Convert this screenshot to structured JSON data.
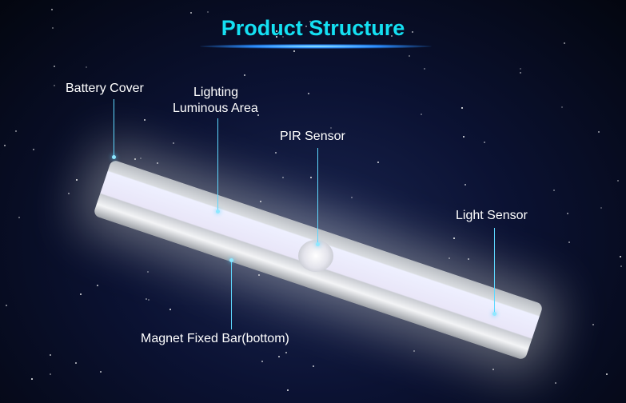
{
  "title": "Product Structure",
  "labels": {
    "battery_cover": "Battery Cover",
    "lighting_line1": "Lighting",
    "lighting_line2": "Luminous Area",
    "pir_sensor": "PIR Sensor",
    "light_sensor": "Light Sensor",
    "magnet_bar": "Magnet Fixed Bar(bottom)"
  },
  "colors": {
    "title": "#14e0f2",
    "leader": "#5ed8ff"
  }
}
